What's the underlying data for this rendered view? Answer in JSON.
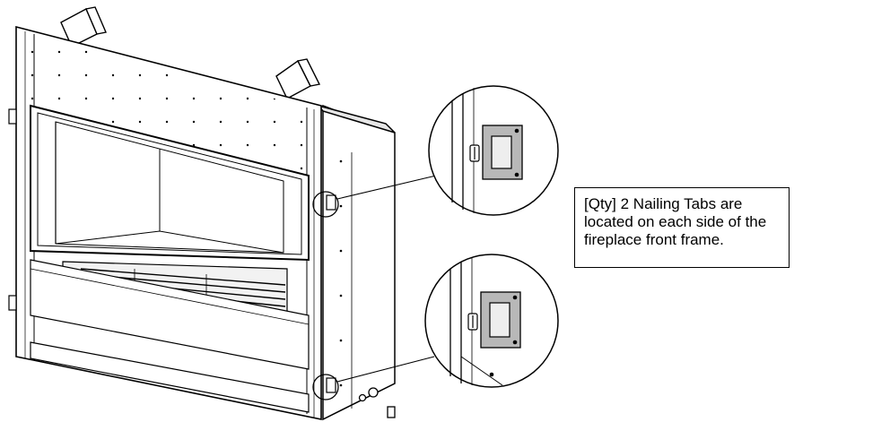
{
  "callout": {
    "lines": [
      "[Qty] 2 Nailing Tabs are",
      "located on each side of the",
      "fireplace front frame."
    ]
  },
  "colors": {
    "line": "#000000",
    "tab_fill": "#b8b8b8",
    "tab_inner": "#eeeeee",
    "shade": "#d9d9d9"
  },
  "icons": [
    "nailing-tab-icon",
    "screw-icon",
    "magnifier-circle-icon"
  ]
}
